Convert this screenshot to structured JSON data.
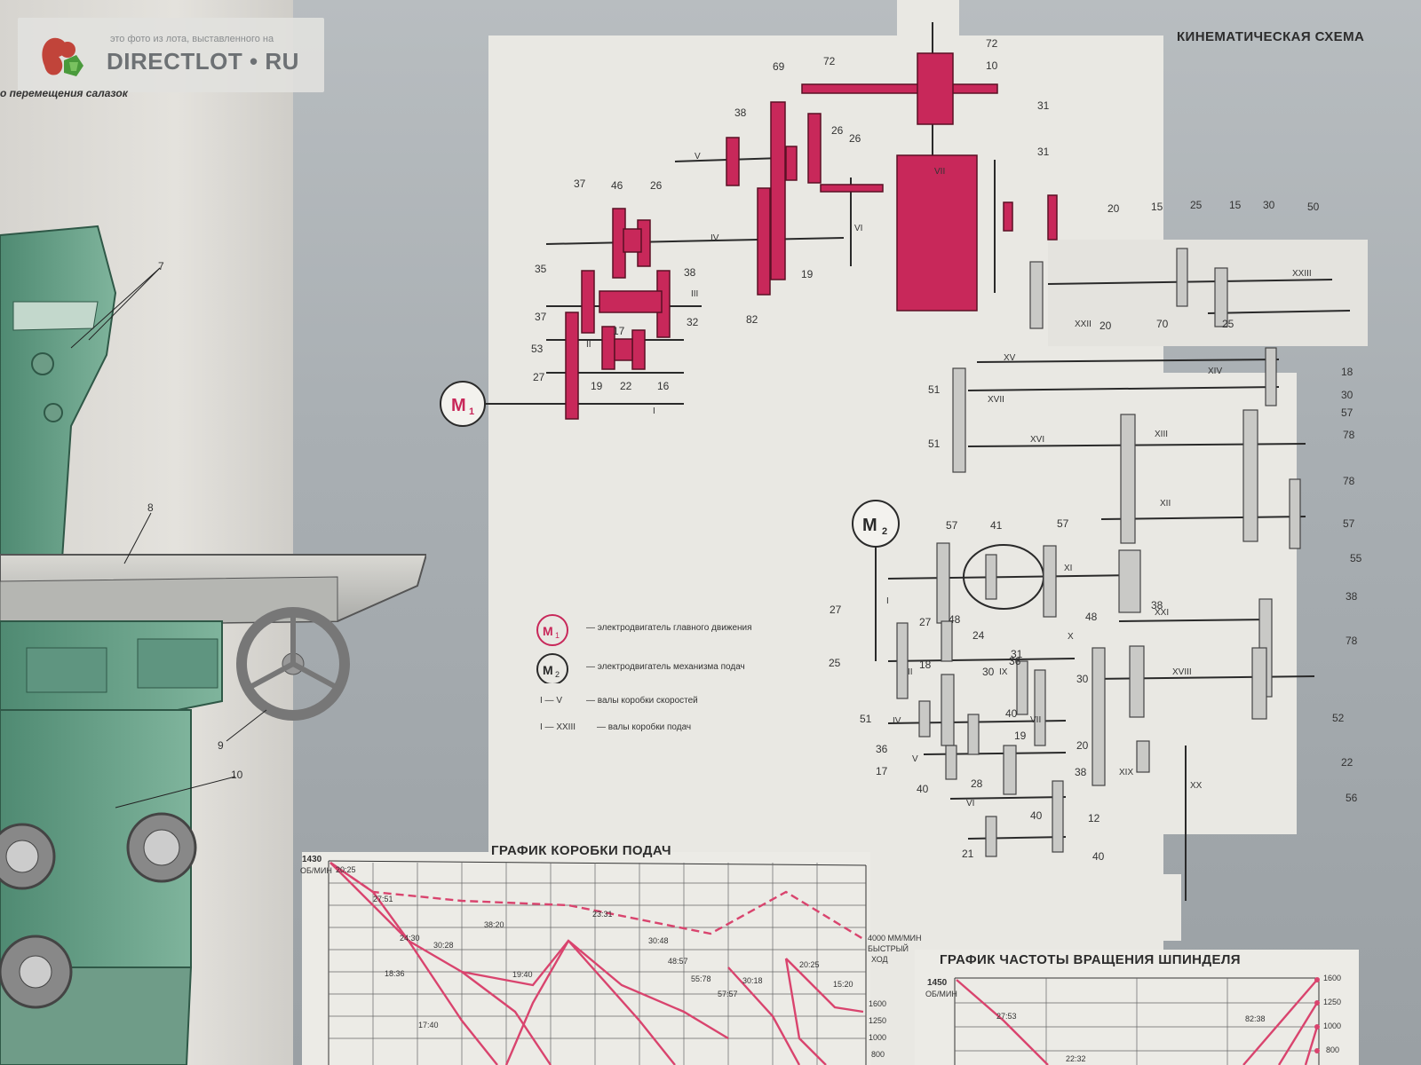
{
  "watermark": {
    "caption": "это фото из лота, выставленного на",
    "brand": "DIRECTLOT • RU"
  },
  "left": {
    "caption": "о перемещения салазок",
    "callouts": [
      "7",
      "8",
      "9",
      "10"
    ]
  },
  "kinematic": {
    "title": "КИНЕМАТИЧЕСКАЯ СХЕМА",
    "motor1": "M",
    "motor1_sub": "1",
    "motor2": "M",
    "motor2_sub": "2",
    "colors": {
      "main_drive": "#c8285a",
      "feed": "#c9c9c6",
      "line": "#2a2a2a"
    }
  },
  "gear_labels": {
    "top": [
      "72",
      "10",
      "69",
      "72",
      "38",
      "26",
      "26",
      "31",
      "31",
      "37",
      "46",
      "26",
      "35",
      "38",
      "37",
      "53",
      "27",
      "17",
      "32",
      "19",
      "22",
      "16",
      "82",
      "19"
    ],
    "right_top": [
      "20",
      "15",
      "25",
      "15",
      "30",
      "50",
      "70",
      "25",
      "20",
      "18",
      "30",
      "57",
      "51",
      "51",
      "78",
      "78",
      "57",
      "55"
    ],
    "feed_box": [
      "57",
      "41",
      "57",
      "27",
      "27",
      "48",
      "25",
      "18",
      "24",
      "36",
      "31",
      "30",
      "48",
      "38",
      "38",
      "78",
      "30",
      "52",
      "51",
      "36",
      "40",
      "19",
      "20",
      "22",
      "17",
      "38",
      "40",
      "28",
      "40",
      "56",
      "21",
      "12",
      "40"
    ],
    "shafts": [
      "V",
      "IV",
      "III",
      "II",
      "I",
      "VI",
      "VII",
      "XXIII",
      "XXII",
      "XV",
      "XIV",
      "XVII",
      "XVI",
      "XIII",
      "XII",
      "XI",
      "XXI",
      "XVIII",
      "XIX",
      "XX",
      "IX",
      "X",
      "IV",
      "V",
      "VI",
      "VII",
      "I",
      "II"
    ]
  },
  "legend": {
    "items": [
      {
        "symbol": "M1",
        "text": "— электродвигатель главного движения"
      },
      {
        "symbol": "M2",
        "text": "— электродвигатель механизма подач"
      },
      {
        "symbol": "I — V",
        "text": "— валы коробки скоростей"
      },
      {
        "symbol": "I — XXIII",
        "text": "— валы коробки подач"
      }
    ]
  },
  "feed_chart": {
    "title": "ГРАФИК КОРОБКИ ПОДАЧ",
    "left_axis_value": "1430",
    "left_axis_unit": "ОБ/МИН",
    "rapid_label_1": "4000 ММ/МИН",
    "rapid_label_2": "БЫСТРЫЙ",
    "rapid_label_3": "ХОД",
    "right_values": [
      "1600",
      "1250",
      "1000",
      "800"
    ],
    "ratios": [
      "20:25",
      "27:51",
      "24:30",
      "30:28",
      "38:20",
      "23:31",
      "30:48",
      "48:57",
      "55:78",
      "57:57",
      "30:18",
      "20:25",
      "15:20",
      "18:36",
      "19:40",
      "17:40"
    ]
  },
  "spindle_chart": {
    "title": "ГРАФИК ЧАСТОТЫ ВРАЩЕНИЯ ШПИНДЕЛЯ",
    "left_axis_value": "1450",
    "left_axis_unit": "ОБ/МИН",
    "right_values": [
      "1600",
      "1250",
      "1000",
      "800"
    ],
    "ratios": [
      "27:53",
      "82:38",
      "22:32"
    ]
  }
}
